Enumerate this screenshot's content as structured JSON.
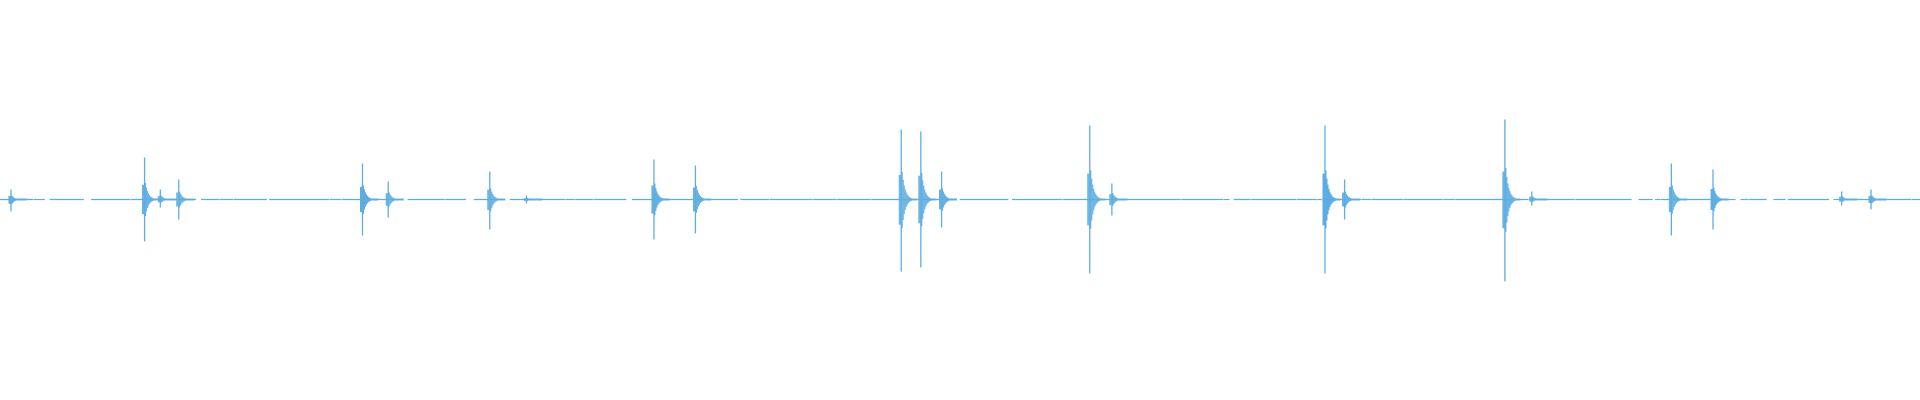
{
  "chart_data": {
    "type": "line",
    "subtype": "audio-waveform",
    "title": "",
    "xlabel": "",
    "ylabel": "",
    "x_range": [
      0,
      1
    ],
    "ylim": [
      -1,
      1
    ],
    "grid": false,
    "legend": "none",
    "color": "#5dade2",
    "background": "#ffffff",
    "events": [
      {
        "t": 0.0057,
        "peak": 0.05,
        "trough": -0.06
      },
      {
        "t": 0.0753,
        "peak": 0.21,
        "trough": -0.21
      },
      {
        "t": 0.0835,
        "peak": 0.05,
        "trough": -0.04
      },
      {
        "t": 0.0931,
        "peak": 0.1,
        "trough": -0.1
      },
      {
        "t": 0.1888,
        "peak": 0.18,
        "trough": -0.18
      },
      {
        "t": 0.2022,
        "peak": 0.09,
        "trough": -0.09
      },
      {
        "t": 0.2551,
        "peak": 0.14,
        "trough": -0.15
      },
      {
        "t": 0.2742,
        "peak": 0.02,
        "trough": -0.02
      },
      {
        "t": 0.3406,
        "peak": 0.2,
        "trough": -0.2
      },
      {
        "t": 0.3622,
        "peak": 0.17,
        "trough": -0.17
      },
      {
        "t": 0.4694,
        "peak": 0.35,
        "trough": -0.36
      },
      {
        "t": 0.4796,
        "peak": 0.34,
        "trough": -0.34
      },
      {
        "t": 0.4904,
        "peak": 0.14,
        "trough": -0.14
      },
      {
        "t": 0.5676,
        "peak": 0.37,
        "trough": -0.37
      },
      {
        "t": 0.5791,
        "peak": 0.08,
        "trough": -0.08
      },
      {
        "t": 0.6901,
        "peak": 0.37,
        "trough": -0.37
      },
      {
        "t": 0.7003,
        "peak": 0.1,
        "trough": -0.1
      },
      {
        "t": 0.7838,
        "peak": 0.4,
        "trough": -0.41
      },
      {
        "t": 0.7978,
        "peak": 0.04,
        "trough": -0.03
      },
      {
        "t": 0.8705,
        "peak": 0.18,
        "trough": -0.18
      },
      {
        "t": 0.8922,
        "peak": 0.15,
        "trough": -0.15
      },
      {
        "t": 0.9592,
        "peak": 0.04,
        "trough": -0.03
      },
      {
        "t": 0.9745,
        "peak": 0.05,
        "trough": -0.05
      }
    ]
  }
}
